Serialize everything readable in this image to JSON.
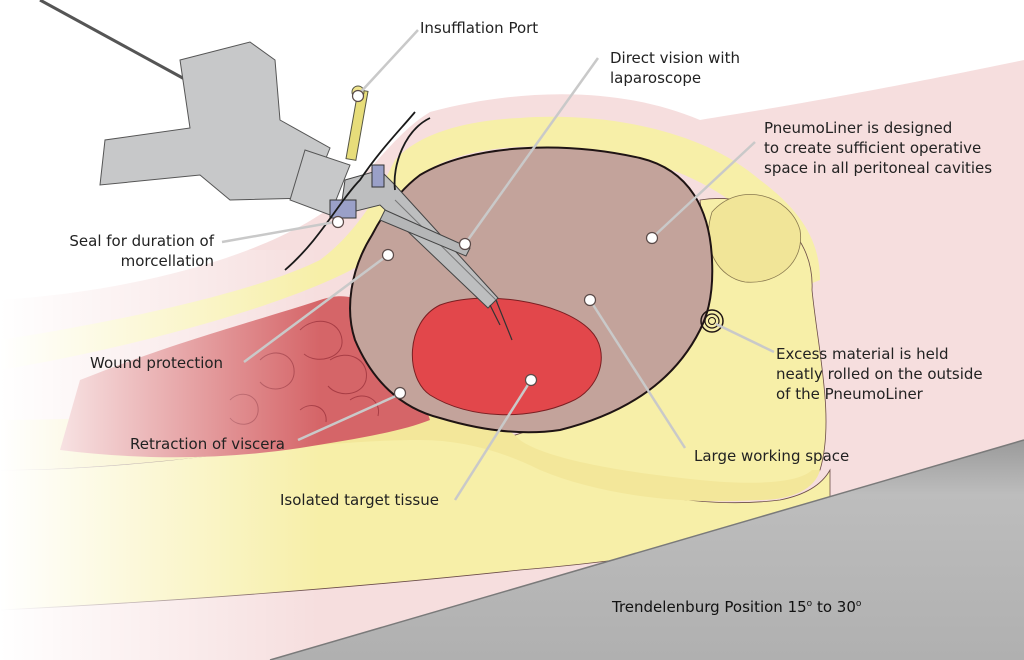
{
  "labels": {
    "insufflation": "Insufflation Port",
    "direct_vision": [
      "Direct vision with",
      "laparoscope"
    ],
    "pneumoliner_designed": [
      "PneumoLiner is designed",
      "to create sufficient operative",
      "space in all peritoneal cavities"
    ],
    "seal": [
      "Seal for duration of",
      "morcellation"
    ],
    "wound_protection": "Wound protection",
    "excess_material": [
      "Excess material is held",
      "neatly rolled on the outside",
      "of the PneumoLiner"
    ],
    "retraction": "Retraction of viscera",
    "large_space": "Large working space",
    "isolated_tissue": "Isolated target tissue"
  },
  "caption": {
    "text": "Trendelenburg Position 15",
    "sup1": "o",
    "mid": " to 30",
    "sup2": "o"
  },
  "colors": {
    "skin_pink": "#f6dede",
    "fat_yellow": "#f7efa8",
    "fat_yellow_dark": "#efe48e",
    "liner_brown": "#c3a39b",
    "target_red": "#e2474b",
    "viscera_red": "#d56568",
    "table_grey": "#b2b2b2",
    "instrument_grey": "#c7c8c9",
    "leader_grey": "#c9c9c9"
  }
}
